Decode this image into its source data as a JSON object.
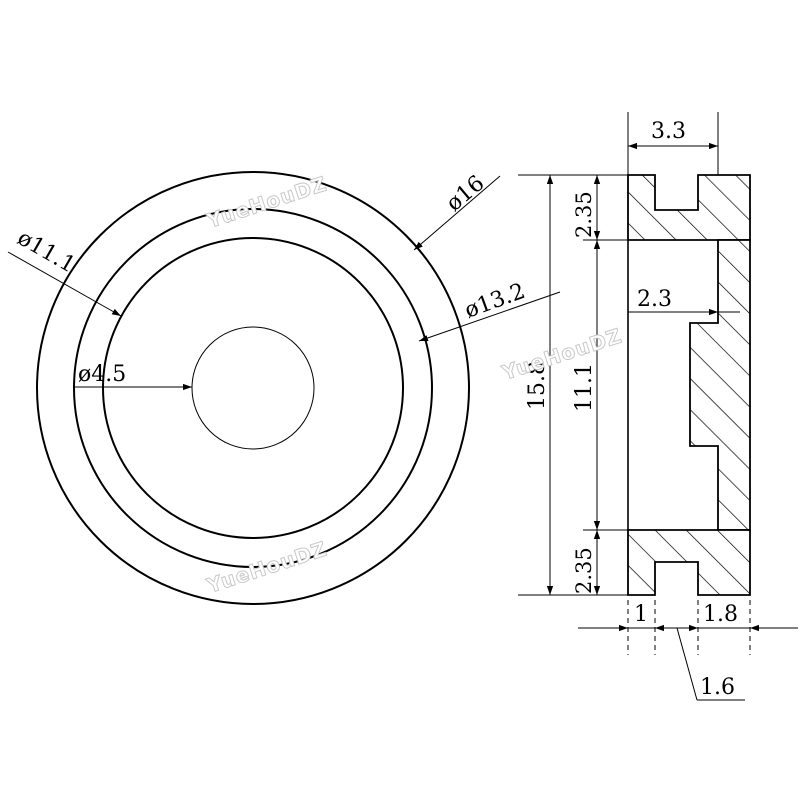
{
  "front_view": {
    "dim_outer": "ø16",
    "dim_groove": "ø13.2",
    "dim_inner": "ø11.1",
    "dim_hole": "ø4.5"
  },
  "section_view": {
    "dim_top_width": "3.3",
    "dim_height_total": "15.8",
    "dim_inner_height": "11.1",
    "dim_flange_top": "2.35",
    "dim_flange_bottom": "2.35",
    "dim_step": "2.3",
    "dim_left": "1",
    "dim_right": "1.8",
    "dim_groove_width": "1.6"
  },
  "watermark": "YueHouDZ"
}
